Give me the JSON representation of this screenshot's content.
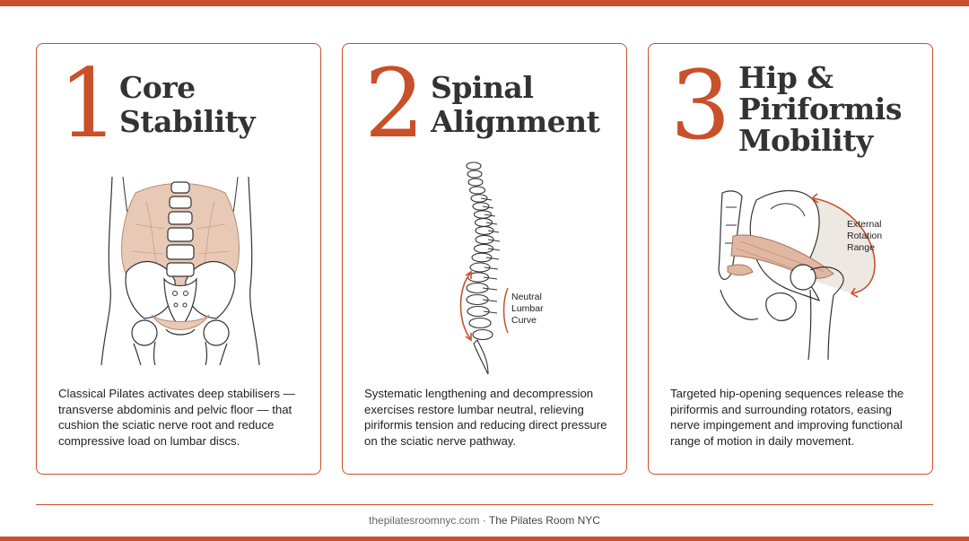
{
  "cards": [
    {
      "number": "1",
      "title_lines": [
        "Core",
        "Stability"
      ],
      "description": "Classical Pilates activates deep stabilisers — transverse abdominis and pelvic floor — that cushion the sciatic nerve root and reduce compressive load on lumbar discs.",
      "illustration": "torso-pelvis-core-muscles"
    },
    {
      "number": "2",
      "title_lines": [
        "Spinal",
        "Alignment"
      ],
      "description": "Systematic lengthening and decompression exercises restore lumbar neutral, relieving piriformis tension and reducing direct pressure on the sciatic nerve pathway.",
      "illustration": "spine-side-view",
      "annotation_lines": [
        "Neutral",
        "Lumbar",
        "Curve"
      ]
    },
    {
      "number": "3",
      "title_lines": [
        "Hip &",
        "Piriformis",
        "Mobility"
      ],
      "description": "Targeted hip-opening sequences release the piriformis and surrounding rotators, easing nerve impingement and improving functional range of motion in daily movement.",
      "illustration": "hip-piriformis",
      "annotation_lines": [
        "External",
        "Rotation",
        "Range"
      ]
    }
  ],
  "footer": {
    "url": "thepilatesroomnyc.com",
    "separator": " · ",
    "brand": "The Pilates Room NYC"
  },
  "colors": {
    "accent": "#c8502a",
    "muscle": "#e8c9b6",
    "text": "#2b2b2b"
  }
}
